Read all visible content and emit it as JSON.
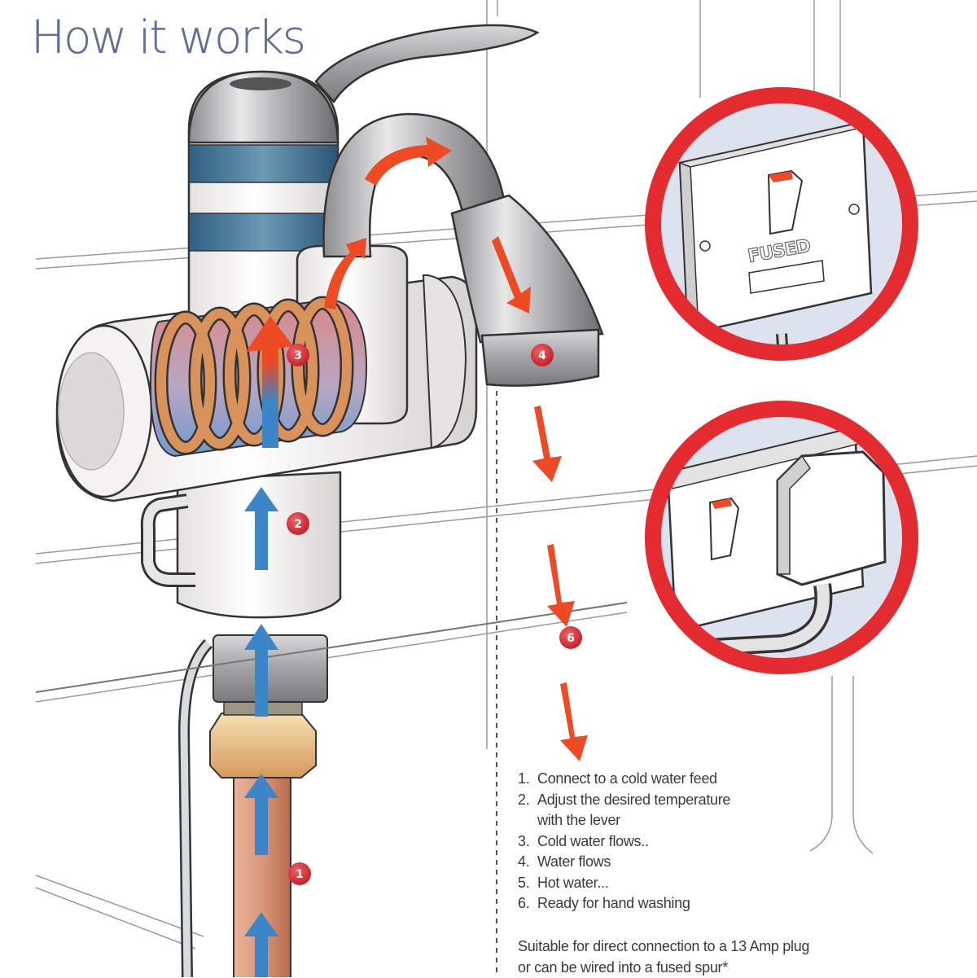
{
  "title": "How it works",
  "colors": {
    "title": "#5d6f9a",
    "hot_arrow": "#ee4a24",
    "cold_arrow": "#3b86c9",
    "badge": "#d42530",
    "ring": "#e42b2f",
    "ring_fill": "#dde3ee",
    "copper": "#d4906c",
    "brass": "#e2b476",
    "chrome": "#a9a9ab",
    "body_white": "#f2f0ee",
    "band_blue": "#3d6f8e",
    "wall_line": "#9a9a9a"
  },
  "badges": [
    {
      "id": "1",
      "label": "1"
    },
    {
      "id": "2",
      "label": "2"
    },
    {
      "id": "3",
      "label": "3"
    },
    {
      "id": "4",
      "label": "4"
    },
    {
      "id": "6",
      "label": "6"
    }
  ],
  "steps": [
    {
      "num": "1.",
      "text": "Connect to a cold water feed"
    },
    {
      "num": "2.",
      "text": "Adjust the desired temperature",
      "continuation": "with the lever"
    },
    {
      "num": "3.",
      "text": "Cold water flows.."
    },
    {
      "num": "4.",
      "text": "Water flows"
    },
    {
      "num": "5.",
      "text": "Hot water..."
    },
    {
      "num": "6.",
      "text": "Ready for hand washing"
    }
  ],
  "note": {
    "line1": "Suitable for direct connection to a 13 Amp plug",
    "line2": "or can be wired into a fused spur*"
  },
  "inset_top": {
    "switch_label": "FUSED"
  },
  "inset_bottom": {
    "description": "13 Amp plug socket with switch"
  }
}
